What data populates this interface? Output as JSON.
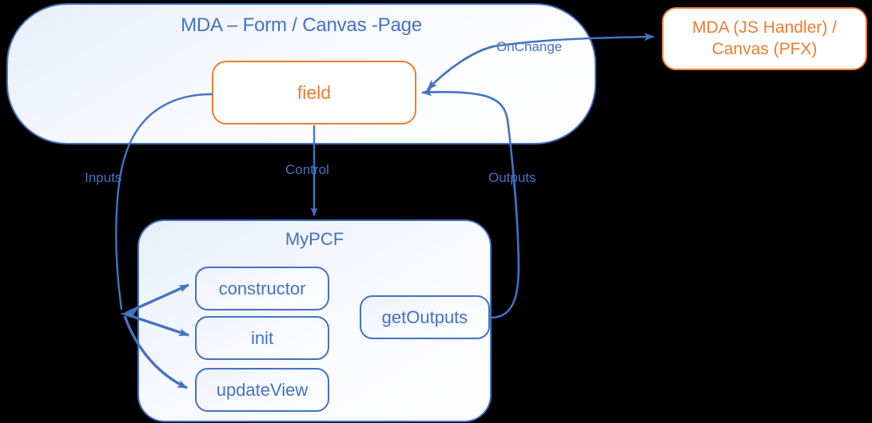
{
  "diagram": {
    "title": "PCF control lifecycle diagram",
    "background_color": "#000000",
    "accent_blue": "#4472C4",
    "accent_orange": "#ED7D31"
  },
  "containers": {
    "mda_page": {
      "label": "MDA – Form / Canvas -Page",
      "border_color": "#4472C4"
    },
    "mypcf": {
      "label": "MyPCF",
      "border_color": "#4472C4"
    }
  },
  "nodes": {
    "field": {
      "label": "field",
      "border_color": "#ED7D31",
      "text_color": "#ED7D31"
    },
    "handler": {
      "line1": "MDA (JS Handler) /",
      "line2": "Canvas (PFX)",
      "border_color": "#ED7D31",
      "text_color": "#ED7D31"
    },
    "constructor": {
      "label": "constructor"
    },
    "init": {
      "label": "init"
    },
    "update_view": {
      "label": "updateView"
    },
    "get_outputs": {
      "label": "getOutputs"
    }
  },
  "edges": {
    "inputs": {
      "label": "Inputs"
    },
    "control": {
      "label": "Control"
    },
    "outputs": {
      "label": "Outputs"
    },
    "onchange": {
      "label": "OnChange"
    }
  }
}
